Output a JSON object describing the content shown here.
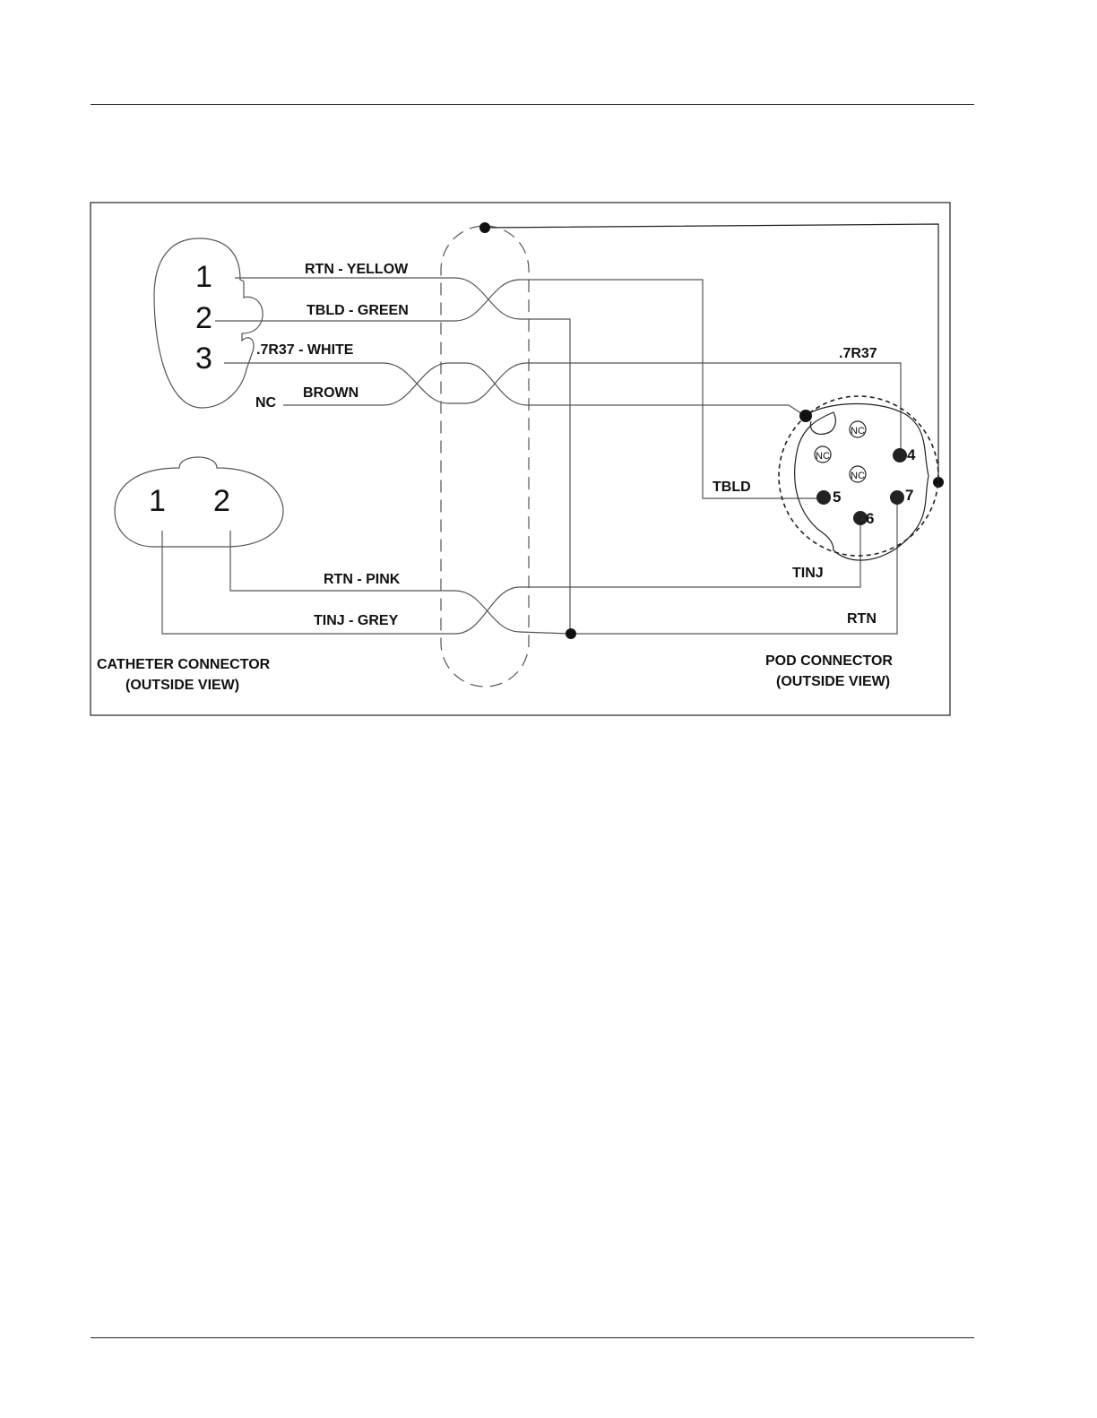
{
  "catheter_connector": {
    "label_line1": "CATHETER CONNECTOR",
    "label_line2": "(OUTSIDE VIEW)",
    "upper_pins": [
      "1",
      "2",
      "3"
    ],
    "lower_pins": [
      "1",
      "2"
    ]
  },
  "pod_connector": {
    "label_line1": "POD CONNECTOR",
    "label_line2": "(OUTSIDE VIEW)",
    "pins": [
      "4",
      "5",
      "6",
      "7"
    ],
    "nc_label": "NC"
  },
  "wires": {
    "rtn_yellow": "RTN - YELLOW",
    "tbld_green": "TBLD - GREEN",
    "r37_white": ".7R37 - WHITE",
    "nc": "NC",
    "brown": "BROWN",
    "rtn_pink": "RTN - PINK",
    "tinj_grey": "TINJ - GREY"
  },
  "pod_labels": {
    "r37": ".7R37",
    "tbld": "TBLD",
    "tinj": "TINJ",
    "rtn": "RTN"
  }
}
